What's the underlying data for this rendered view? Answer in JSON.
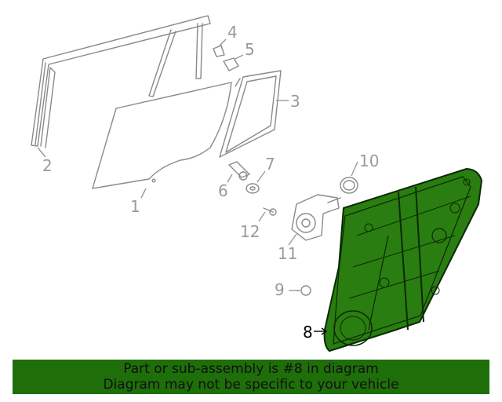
{
  "callouts": {
    "c1": "1",
    "c2": "2",
    "c3": "3",
    "c4": "4",
    "c5": "5",
    "c6": "6",
    "c7": "7",
    "c8": "8",
    "c9": "9",
    "c10": "10",
    "c11": "11",
    "c12": "12"
  },
  "highlight_part": "8",
  "colors": {
    "highlight_fill": "#2a7d10",
    "banner_bg": "#1e6e0a",
    "line": "#8a8a8a"
  },
  "banner": {
    "line1": "Part or sub-assembly is #8 in diagram",
    "line2": "Diagram may not be specific to your vehicle"
  }
}
